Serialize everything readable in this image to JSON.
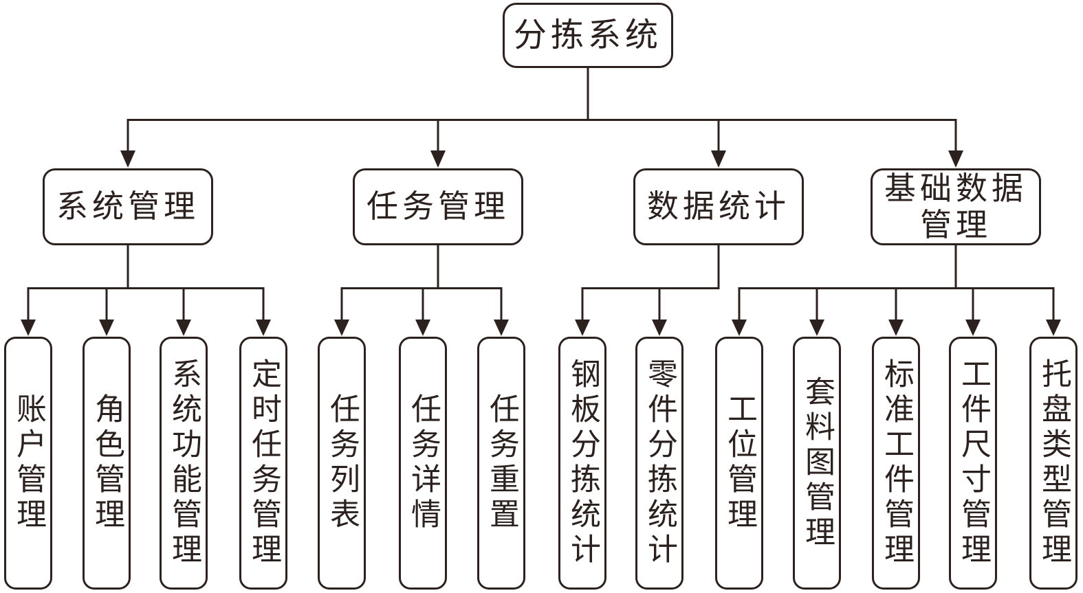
{
  "diagram": {
    "type": "flowchart-tree",
    "root": {
      "label": "分拣系统"
    },
    "branches": [
      {
        "label": "系统管理",
        "children": [
          "账户管理",
          "角色管理",
          "系统功能管理",
          "定时任务管理"
        ]
      },
      {
        "label": "任务管理",
        "children": [
          "任务列表",
          "任务详情",
          "任务重置"
        ]
      },
      {
        "label": "数据统计",
        "children": [
          "钢板分拣统计",
          "零件分拣统计"
        ]
      },
      {
        "label": "基础数据管理",
        "children": [
          "工位管理",
          "套料图管理",
          "标准工件管理",
          "工件尺寸管理",
          "托盘类型管理"
        ]
      }
    ],
    "colors": {
      "line": "#2b211e",
      "background": "#ffffff"
    }
  }
}
